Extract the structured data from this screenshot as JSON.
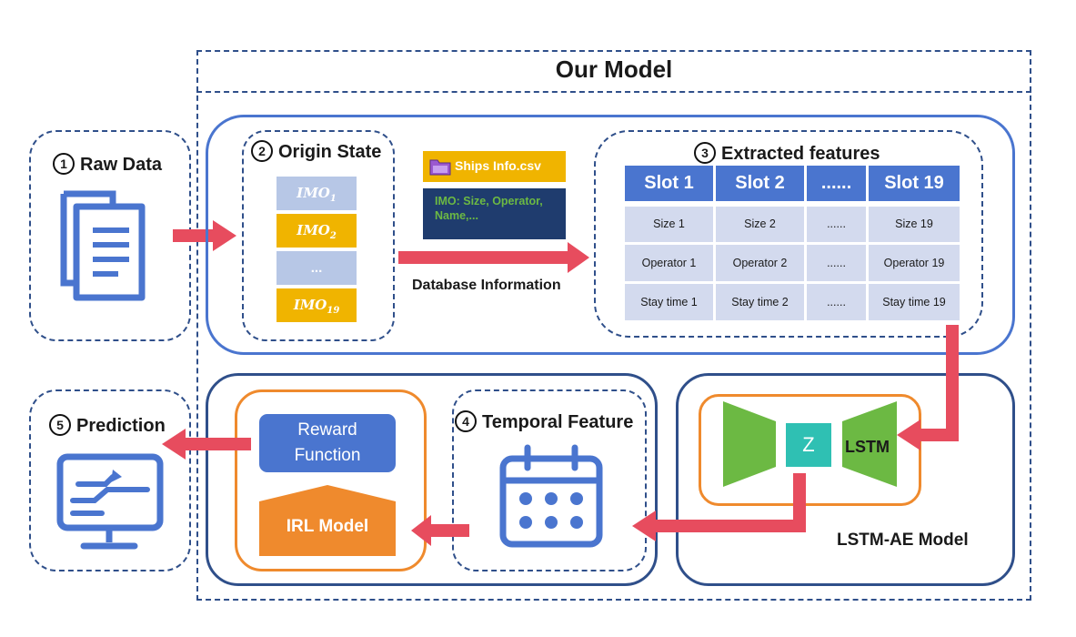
{
  "model_title": "Our Model",
  "raw_data": {
    "num": "1",
    "label": "Raw Data"
  },
  "origin_state": {
    "num": "2",
    "label": "Origin State",
    "items": [
      {
        "base": "IMO",
        "sub": "1"
      },
      {
        "base": "IMO",
        "sub": "2"
      },
      {
        "text": "..."
      },
      {
        "base": "IMO",
        "sub": "19"
      }
    ]
  },
  "database": {
    "file_name": "Ships Info.csv",
    "info_text": "IMO:  Size, Operator, Name,...",
    "caption": "Database Information"
  },
  "extracted": {
    "num": "3",
    "label": "Extracted features",
    "headers": [
      "Slot 1",
      "Slot 2",
      "......",
      "Slot 19"
    ],
    "rows": [
      [
        "Size 1",
        "Size 2",
        "......",
        "Size 19"
      ],
      [
        "Operator 1",
        "Operator 2",
        "......",
        "Operator 19"
      ],
      [
        "Stay time 1",
        "Stay time 2",
        "......",
        "Stay time 19"
      ]
    ]
  },
  "prediction": {
    "num": "5",
    "label": "Prediction"
  },
  "reward": {
    "line1": "Reward",
    "line2": "Function"
  },
  "irl": {
    "label": "IRL Model"
  },
  "temporal": {
    "num": "4",
    "label": "Temporal Feature"
  },
  "lstm_ae": {
    "z_label": "Z",
    "lstm_label": "LSTM",
    "model_label": "LSTM-AE Model"
  },
  "colors": {
    "arrow": "#e74c5e",
    "blue": "#4a75cf",
    "orange": "#ef8a2d",
    "green": "#6cb943",
    "teal": "#2fc0b3",
    "navy": "#1f3c6e"
  }
}
